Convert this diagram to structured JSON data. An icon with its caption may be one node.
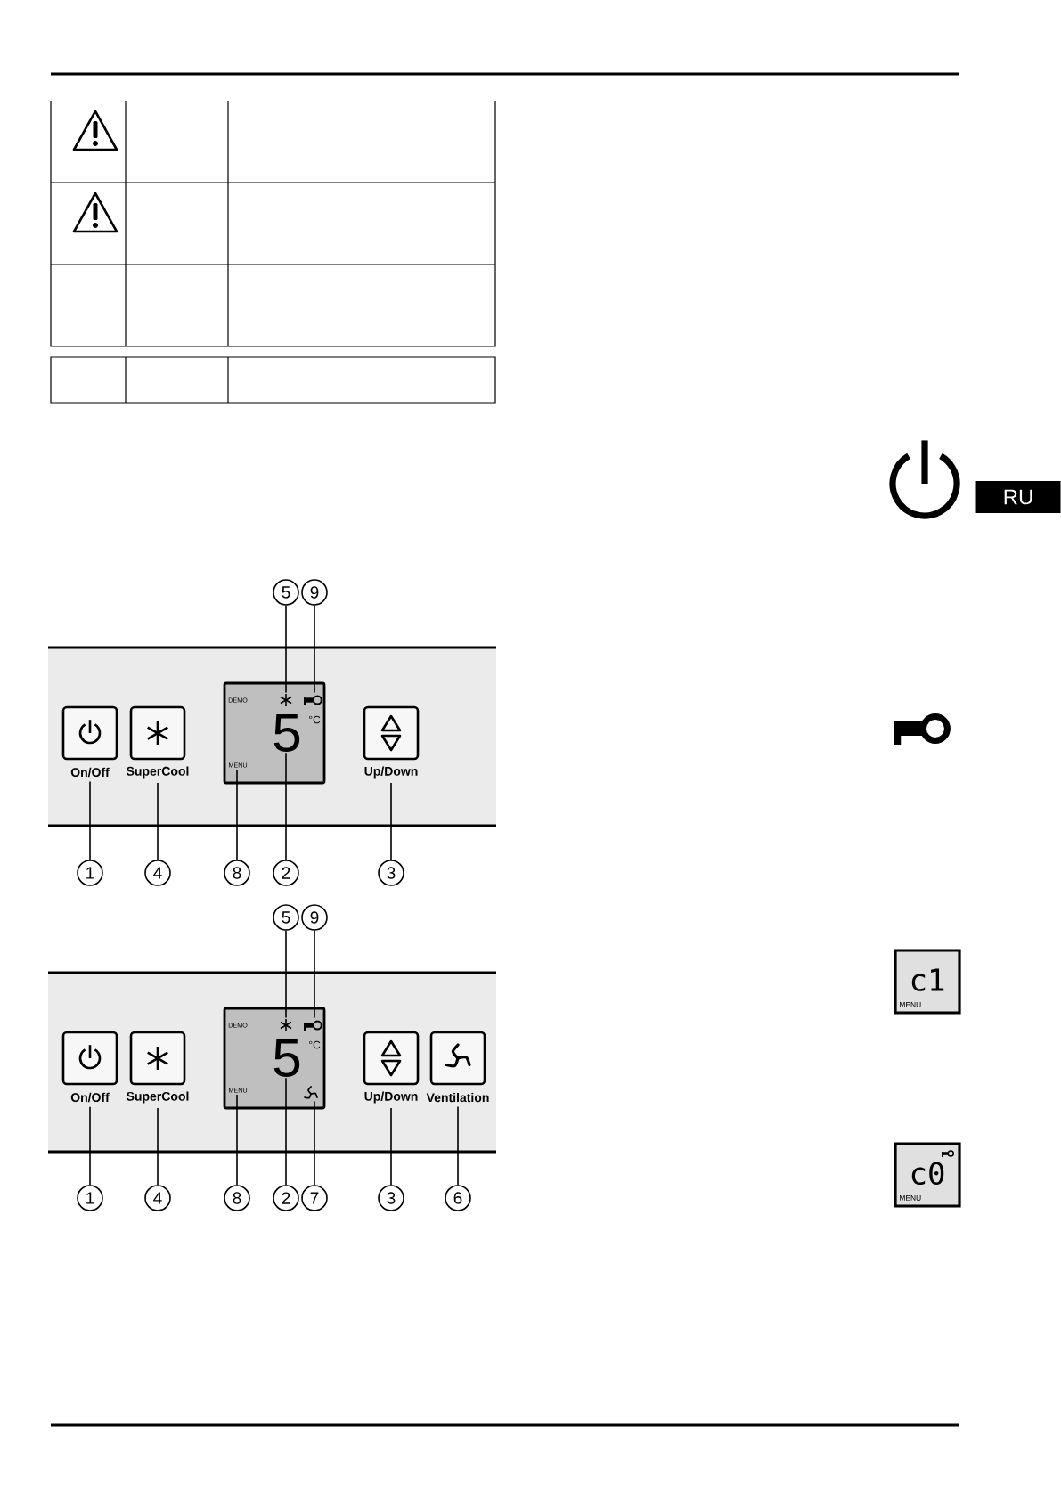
{
  "diagram": {
    "nodes": [
      {
        "text": [
          "RU"
        ]
      },
      {
        "text": [
          "5"
        ]
      },
      {
        "text": [
          "9"
        ]
      },
      {
        "text": [
          "On/Off"
        ]
      },
      {
        "text": [
          "SuperCool"
        ]
      },
      {
        "text": [
          "DEMO",
          "°C"
        ]
      },
      {
        "text": [],
        "shape": "snowflake",
        "in": 5
      },
      {
        "text": [],
        "shape": "key",
        "in": 5
      },
      {
        "text": [
          "5"
        ],
        "in": 5
      },
      {
        "text": [
          "MENU"
        ],
        "in": 5
      },
      {
        "text": [
          "Up/Down"
        ]
      },
      {
        "text": [
          "1"
        ]
      },
      {
        "text": [
          "4"
        ]
      },
      {
        "text": [
          "8"
        ]
      },
      {
        "text": [
          "2"
        ]
      },
      {
        "text": [
          "3"
        ]
      },
      {
        "text": [
          "5"
        ]
      },
      {
        "text": [
          "9"
        ]
      },
      {
        "text": [
          "On/Off"
        ]
      },
      {
        "text": [
          "SuperCool"
        ]
      },
      {
        "text": [
          "DEMO",
          "°C"
        ]
      },
      {
        "text": [],
        "shape": "snowflake",
        "in": 20
      },
      {
        "text": [],
        "shape": "key",
        "in": 20
      },
      {
        "text": [
          "5"
        ],
        "in": 20
      },
      {
        "text": [
          "MENU"
        ],
        "in": 20
      },
      {
        "text": [],
        "shape": "fan",
        "in": 20
      },
      {
        "text": [
          "Up/Down"
        ]
      },
      {
        "text": [
          "Ventilation"
        ]
      },
      {
        "text": [
          "1"
        ]
      },
      {
        "text": [
          "4"
        ]
      },
      {
        "text": [
          "8"
        ]
      },
      {
        "text": [
          "2"
        ]
      },
      {
        "text": [
          "7"
        ]
      },
      {
        "text": [
          "3"
        ]
      },
      {
        "text": [
          "6"
        ]
      },
      {
        "text": [
          "c1",
          "MENU"
        ]
      },
      {
        "text": [
          "c0",
          "MENU"
        ]
      }
    ],
    "edges": [
      {
        "from": 1,
        "to": 6,
        "arrow": "none"
      },
      {
        "from": 2,
        "to": 7,
        "arrow": "none"
      },
      {
        "from": 11,
        "to": 3,
        "arrow": "none"
      },
      {
        "from": 12,
        "to": 4,
        "arrow": "none"
      },
      {
        "from": 13,
        "to": 9,
        "arrow": "none"
      },
      {
        "from": 14,
        "to": 8,
        "arrow": "none"
      },
      {
        "from": 15,
        "to": 10,
        "arrow": "none"
      },
      {
        "from": 16,
        "to": 21,
        "arrow": "none"
      },
      {
        "from": 17,
        "to": 22,
        "arrow": "none"
      },
      {
        "from": 28,
        "to": 18,
        "arrow": "none"
      },
      {
        "from": 29,
        "to": 19,
        "arrow": "none"
      },
      {
        "from": 30,
        "to": 24,
        "arrow": "none"
      },
      {
        "from": 31,
        "to": 23,
        "arrow": "none"
      },
      {
        "from": 32,
        "to": 25,
        "arrow": "none"
      },
      {
        "from": 33,
        "to": 26,
        "arrow": "none"
      },
      {
        "from": 34,
        "to": 27,
        "arrow": "none"
      }
    ]
  }
}
